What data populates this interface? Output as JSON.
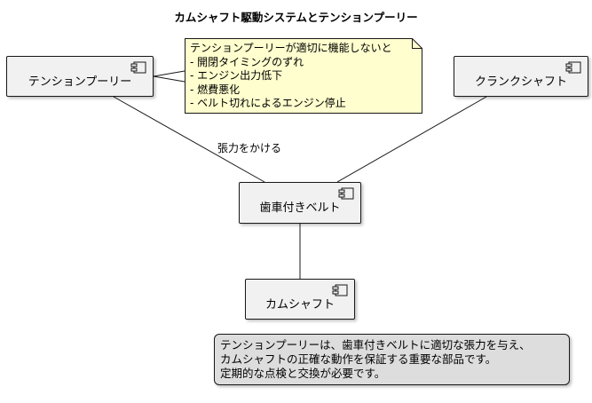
{
  "diagram": {
    "title": "カムシャフト駆動システムとテンションプーリー",
    "components": {
      "tension_pulley": "テンションプーリー",
      "crankshaft": "クランクシャフト",
      "timing_belt": "歯車付きベルト",
      "camshaft": "カムシャフト"
    },
    "edge_label": "張力をかける",
    "warning_note": {
      "heading": "テンションプーリーが適切に機能しないと",
      "items": [
        "- 開閉タイミングのずれ",
        "- エンジン出力低下",
        "- 燃費悪化",
        "- ベルト切れによるエンジン停止"
      ]
    },
    "summary_note": {
      "lines": [
        "テンションプーリーは、歯車付きベルトに適切な張力を与え、",
        "カムシャフトの正確な動作を保証する重要な部品です。",
        "定期的な点検と交換が必要です。"
      ]
    },
    "icon": "component-icon",
    "colors": {
      "component_fill": "#f1f1f1",
      "warning_note_fill": "#fefece",
      "summary_note_fill": "#dddddd",
      "line": "#181818"
    }
  }
}
